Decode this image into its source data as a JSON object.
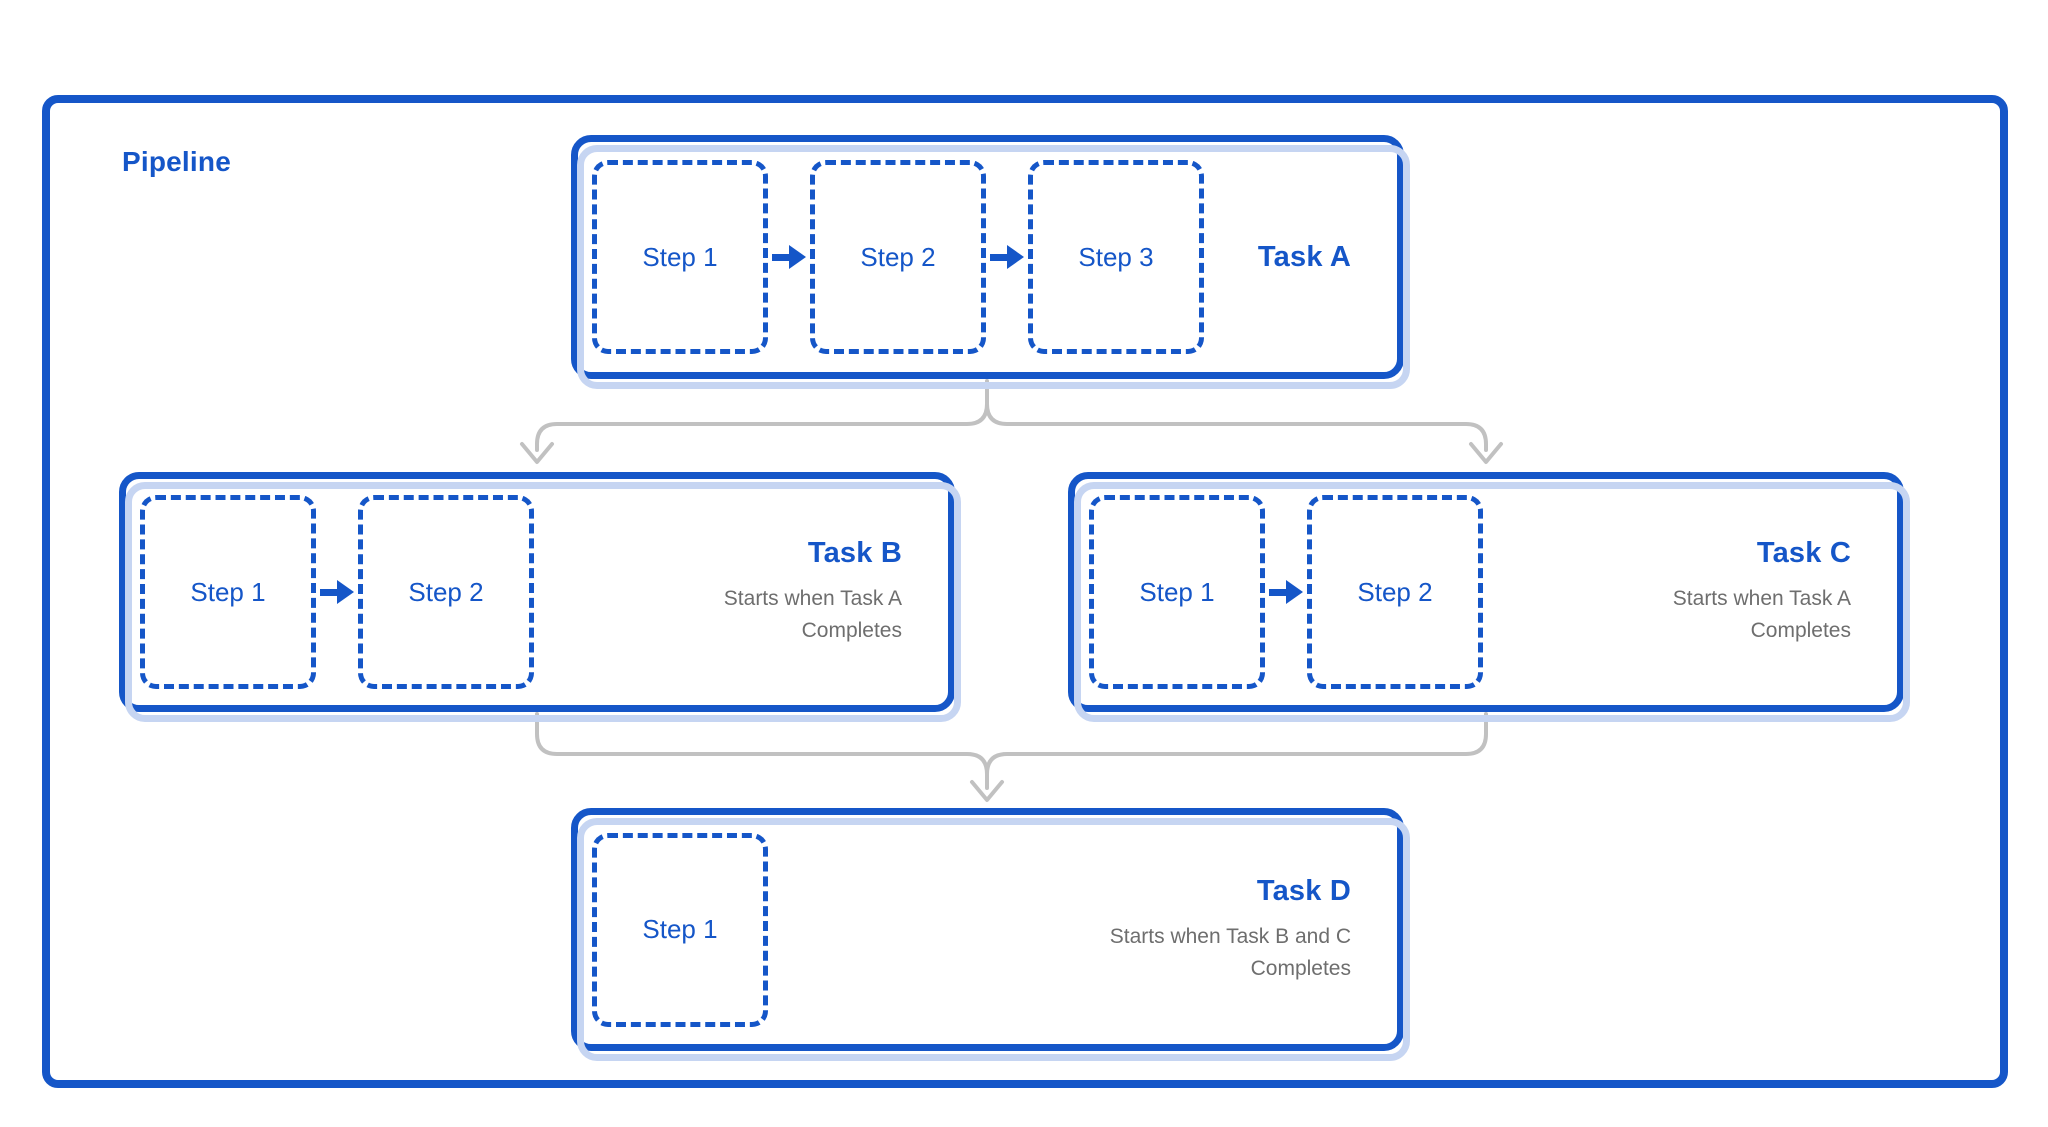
{
  "diagram": {
    "title": "Pipeline"
  },
  "colors": {
    "accent_blue": "#1556C8",
    "shadow_blue": "#C6D5F2",
    "subtitle_gray": "#6E6E6E",
    "connector_gray": "#C1C1C1"
  },
  "tasks": [
    {
      "label": "Task A",
      "steps": [
        "Step 1",
        "Step 2",
        "Step 3"
      ]
    },
    {
      "label": "Task B",
      "steps": [
        "Step 1",
        "Step 2"
      ],
      "subtitle_lines": [
        "Starts when Task A",
        "Completes"
      ]
    },
    {
      "label": "Task C",
      "steps": [
        "Step 1",
        "Step 2"
      ],
      "subtitle_lines": [
        "Starts when Task A",
        "Completes"
      ]
    },
    {
      "label": "Task D",
      "steps": [
        "Step 1"
      ],
      "subtitle_lines": [
        "Starts when Task B and C",
        "Completes"
      ]
    }
  ]
}
